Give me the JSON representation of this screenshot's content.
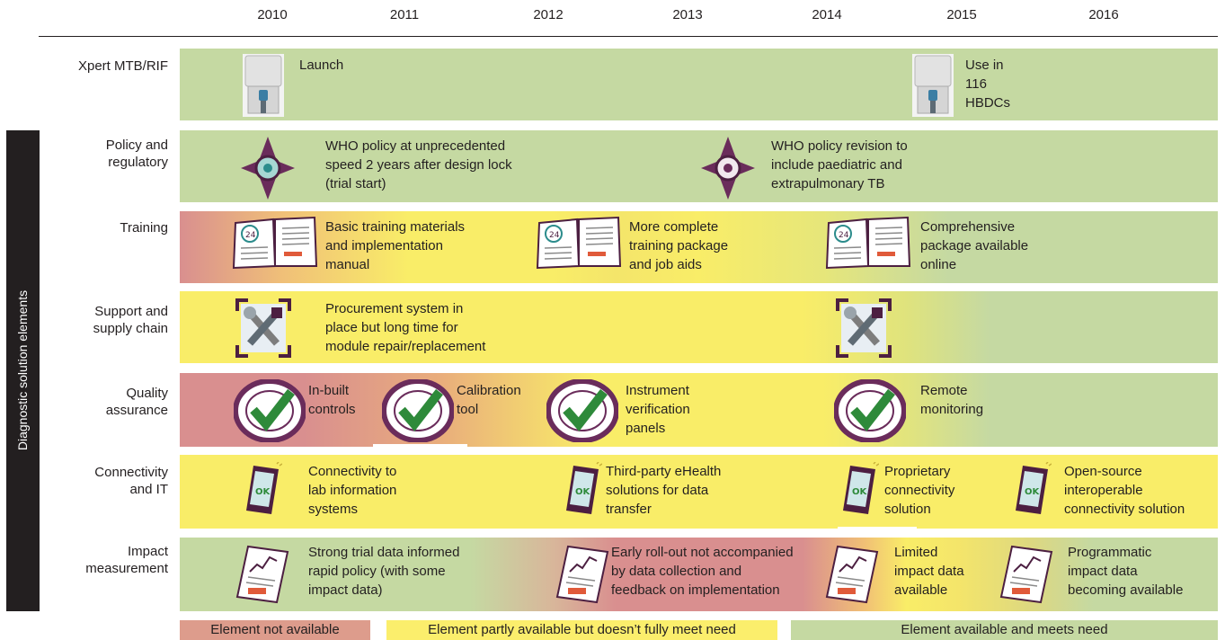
{
  "years": [
    "2010",
    "2011",
    "2012",
    "2013",
    "2014",
    "2015",
    "2016"
  ],
  "sidebar_label": "Diagnostic solution elements",
  "rows": [
    {
      "label": [
        "Xpert MTB/RIF"
      ],
      "texts": [
        [
          "Launch"
        ],
        [
          "Use in",
          "116",
          "HBDCs"
        ]
      ]
    },
    {
      "label": [
        "Policy and",
        "regulatory"
      ],
      "texts": [
        [
          "WHO policy at unprecedented",
          "speed 2 years after design lock",
          "(trial start)"
        ],
        [
          "WHO policy revision to",
          "include paediatric and",
          "extrapulmonary TB"
        ]
      ]
    },
    {
      "label": [
        "Training"
      ],
      "texts": [
        [
          "Basic training materials",
          "and implementation",
          "manual"
        ],
        [
          "More complete",
          "training package",
          "and job aids"
        ],
        [
          "Comprehensive",
          "package available",
          "online"
        ]
      ]
    },
    {
      "label": [
        "Support and",
        "supply chain"
      ],
      "texts": [
        [
          "Procurement system in",
          "place but long time for",
          "module repair/replacement"
        ]
      ]
    },
    {
      "label": [
        "Quality",
        "assurance"
      ],
      "texts": [
        [
          "In-built",
          "controls"
        ],
        [
          "Calibration",
          "tool"
        ],
        [
          "Instrument",
          "verification",
          "panels"
        ],
        [
          "Remote",
          "monitoring"
        ]
      ]
    },
    {
      "label": [
        "Connectivity",
        "and IT"
      ],
      "texts": [
        [
          "Connectivity to",
          "lab information",
          "systems"
        ],
        [
          "Third-party eHealth",
          "solutions for data",
          "transfer"
        ],
        [
          "Proprietary",
          "connectivity",
          "solution"
        ],
        [
          "Open-source",
          "interoperable",
          "connectivity solution"
        ]
      ]
    },
    {
      "label": [
        "Impact",
        "measurement"
      ],
      "texts": [
        [
          "Strong trial data informed",
          "rapid policy (with some",
          "impact data)"
        ],
        [
          "Early roll-out not accompanied",
          "by data collection and",
          "feedback on implementation"
        ],
        [
          "Limited",
          "impact data",
          "available"
        ],
        [
          "Programmatic",
          "impact data",
          "becoming available"
        ]
      ]
    }
  ],
  "icon_names": {
    "device": "genexpert-device-icon",
    "compass": "compass-policy-icon",
    "book": "training-manual-icon",
    "tools": "tools-icon",
    "qa": "quality-assurance-seal-icon",
    "phone": "ok-phone-icon",
    "report": "report-chart-icon"
  },
  "legend": [
    {
      "label": "Element not available",
      "color": "#dd9c8c"
    },
    {
      "label": "Element partly available but doesn’t fully meet need",
      "color": "#fbee6c"
    },
    {
      "label": "Element available and meets need",
      "color": "#c5d9a2"
    }
  ],
  "colors": {
    "red": "#d98f8f",
    "yellow": "#f9ed68",
    "green": "#c5d9a2",
    "sidebar": "#231f20"
  }
}
